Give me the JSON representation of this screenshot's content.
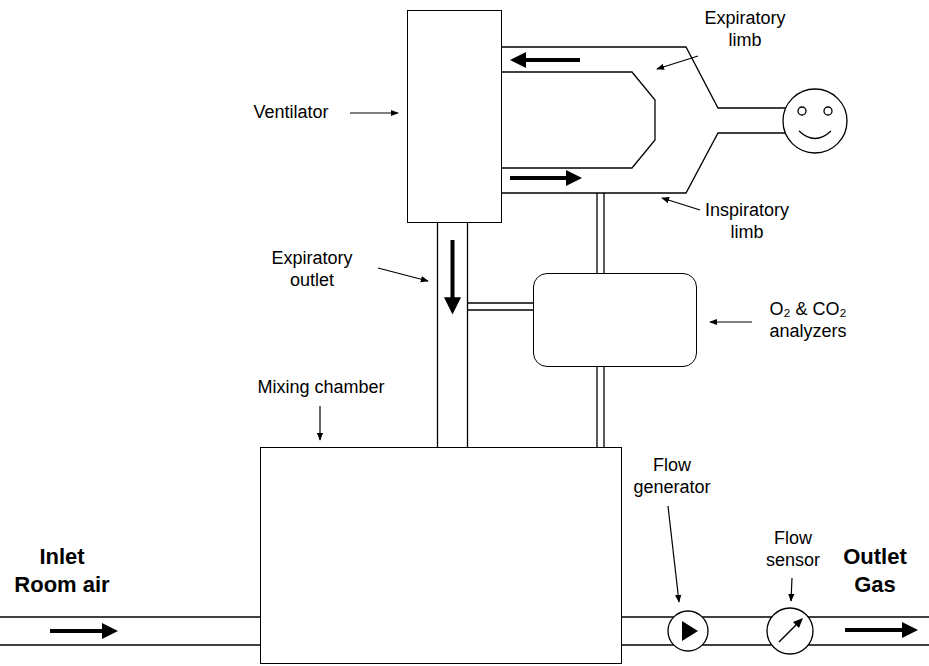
{
  "diagram": {
    "nodes": [
      {
        "text": [
          "Ventilator"
        ]
      },
      {
        "text": [
          "O₂ & CO₂ analyzers"
        ]
      },
      {
        "text": [
          "Mixing chamber"
        ]
      },
      {
        "text": [
          "Flow generator"
        ]
      },
      {
        "text": [
          "Flow sensor"
        ]
      }
    ],
    "edges": [
      {
        "from": 0,
        "to": 2,
        "arrow": "to"
      },
      {
        "from": 1,
        "to": 2,
        "arrow": "none"
      },
      {
        "from": 2,
        "to": 3,
        "arrow": "none"
      },
      {
        "from": 3,
        "to": 4,
        "arrow": "none"
      }
    ],
    "labels": [
      "Expiratory limb",
      "Inspiratory limb",
      "Expiratory outlet",
      "Inlet Room air",
      "Outlet Gas"
    ]
  }
}
